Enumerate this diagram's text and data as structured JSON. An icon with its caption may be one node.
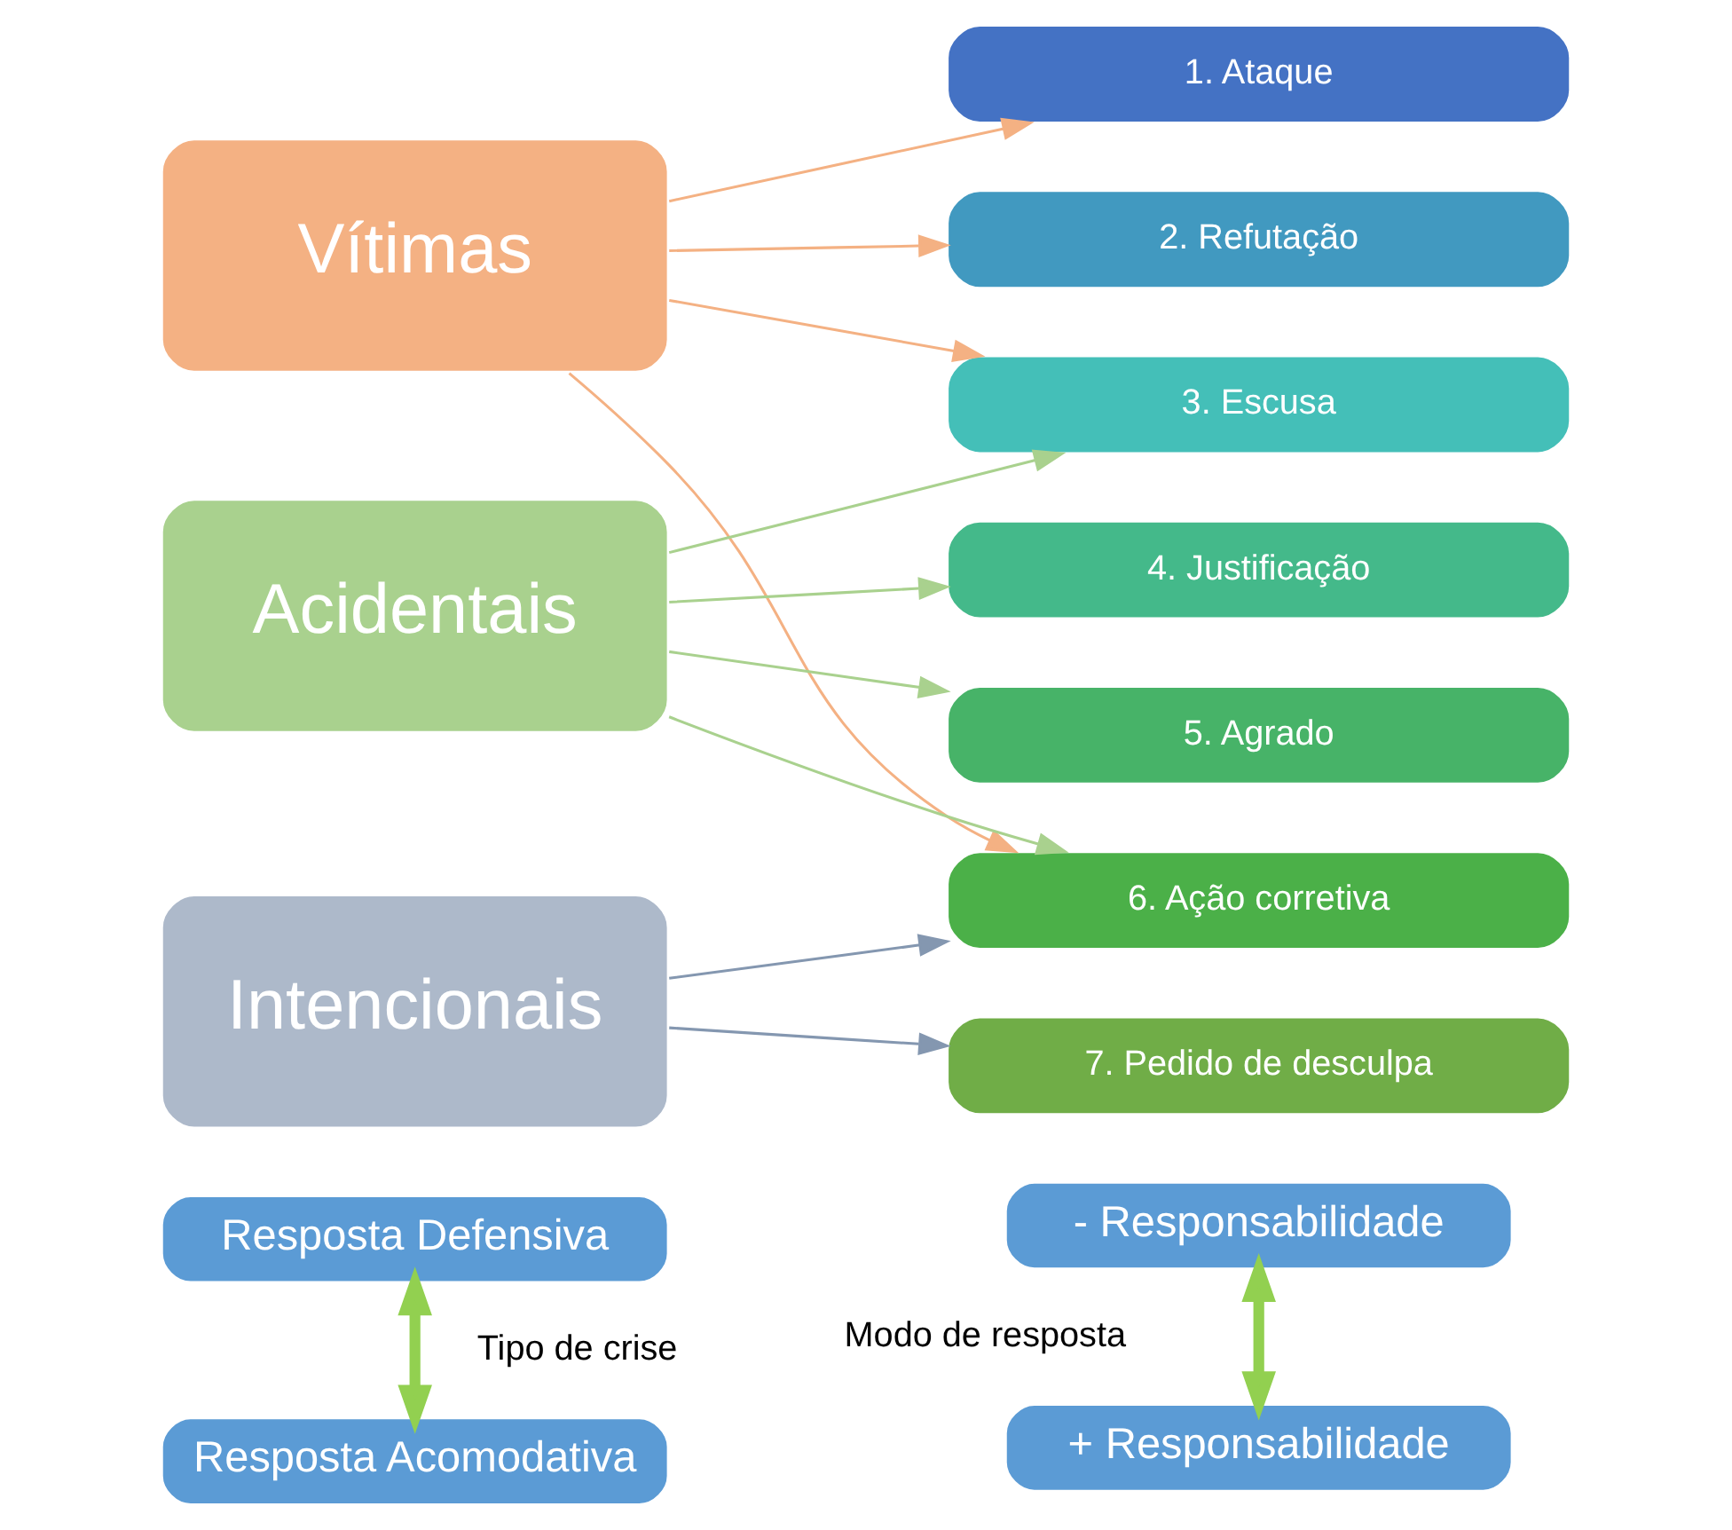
{
  "diagram": {
    "nodes": [
      {
        "text": [
          "Resposta Defensiva"
        ]
      },
      {
        "text": [
          "- Responsabilidade"
        ]
      },
      {
        "text": [
          "Vítimas"
        ]
      },
      {
        "text": [
          "Acidentais"
        ]
      },
      {
        "text": [
          "Intencionais"
        ]
      },
      {
        "text": [
          "1. Ataque"
        ]
      },
      {
        "text": [
          "2. Refutação"
        ]
      },
      {
        "text": [
          "3. Escusa"
        ]
      },
      {
        "text": [
          "4. Justificação"
        ]
      },
      {
        "text": [
          "5. Agrado"
        ]
      },
      {
        "text": [
          "6. Ação corretiva"
        ]
      },
      {
        "text": [
          "7. Pedido de desculpa"
        ]
      },
      {
        "text": [
          "Resposta Acomodativa"
        ]
      },
      {
        "text": [
          "+ Responsabilidade"
        ]
      }
    ],
    "edges": [
      {
        "from": 0,
        "to": 12,
        "arrow": "both",
        "label": "Tipo de crise",
        "style": "thick",
        "color": "#92d050"
      },
      {
        "from": 1,
        "to": 13,
        "arrow": "both",
        "label": "Modo de resposta",
        "style": "thick",
        "color": "#92d050"
      },
      {
        "from": 2,
        "to": 5,
        "arrow": "to",
        "color": "#f4b183"
      },
      {
        "from": 2,
        "to": 6,
        "arrow": "to",
        "color": "#f4b183"
      },
      {
        "from": 2,
        "to": 7,
        "arrow": "to",
        "color": "#f4b183"
      },
      {
        "from": 2,
        "to": 10,
        "arrow": "to",
        "color": "#f4b183"
      },
      {
        "from": 3,
        "to": 7,
        "arrow": "to",
        "color": "#a9d18e"
      },
      {
        "from": 3,
        "to": 8,
        "arrow": "to",
        "color": "#a9d18e"
      },
      {
        "from": 3,
        "to": 9,
        "arrow": "to",
        "color": "#a9d18e"
      },
      {
        "from": 3,
        "to": 10,
        "arrow": "to",
        "color": "#a9d18e"
      },
      {
        "from": 4,
        "to": 10,
        "arrow": "to",
        "color": "#8497b0"
      },
      {
        "from": 4,
        "to": 11,
        "arrow": "to",
        "color": "#8497b0"
      }
    ]
  }
}
